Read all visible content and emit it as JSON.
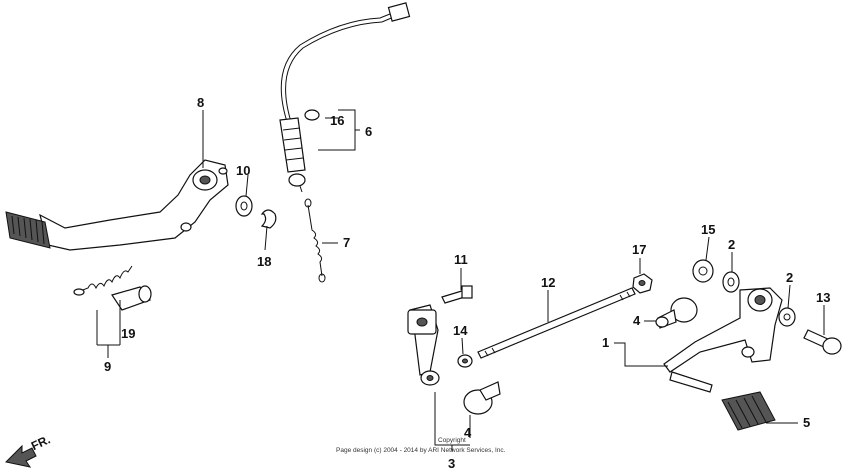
{
  "callouts": [
    {
      "id": "c1",
      "label": "1"
    },
    {
      "id": "c2a",
      "label": "2"
    },
    {
      "id": "c2b",
      "label": "2"
    },
    {
      "id": "c3",
      "label": "3"
    },
    {
      "id": "c4a",
      "label": "4"
    },
    {
      "id": "c4b",
      "label": "4"
    },
    {
      "id": "c5",
      "label": "5"
    },
    {
      "id": "c6",
      "label": "6"
    },
    {
      "id": "c7",
      "label": "7"
    },
    {
      "id": "c8",
      "label": "8"
    },
    {
      "id": "c9",
      "label": "9"
    },
    {
      "id": "c10",
      "label": "10"
    },
    {
      "id": "c11",
      "label": "11"
    },
    {
      "id": "c12",
      "label": "12"
    },
    {
      "id": "c13",
      "label": "13"
    },
    {
      "id": "c14",
      "label": "14"
    },
    {
      "id": "c15",
      "label": "15"
    },
    {
      "id": "c16",
      "label": "16"
    },
    {
      "id": "c17",
      "label": "17"
    },
    {
      "id": "c18",
      "label": "18"
    },
    {
      "id": "c19",
      "label": "19"
    }
  ],
  "direction_label": "FR.",
  "copyright_line1": "Copyright",
  "copyright_line2": "Page design (c) 2004 - 2014 by ARI Network Services, Inc."
}
